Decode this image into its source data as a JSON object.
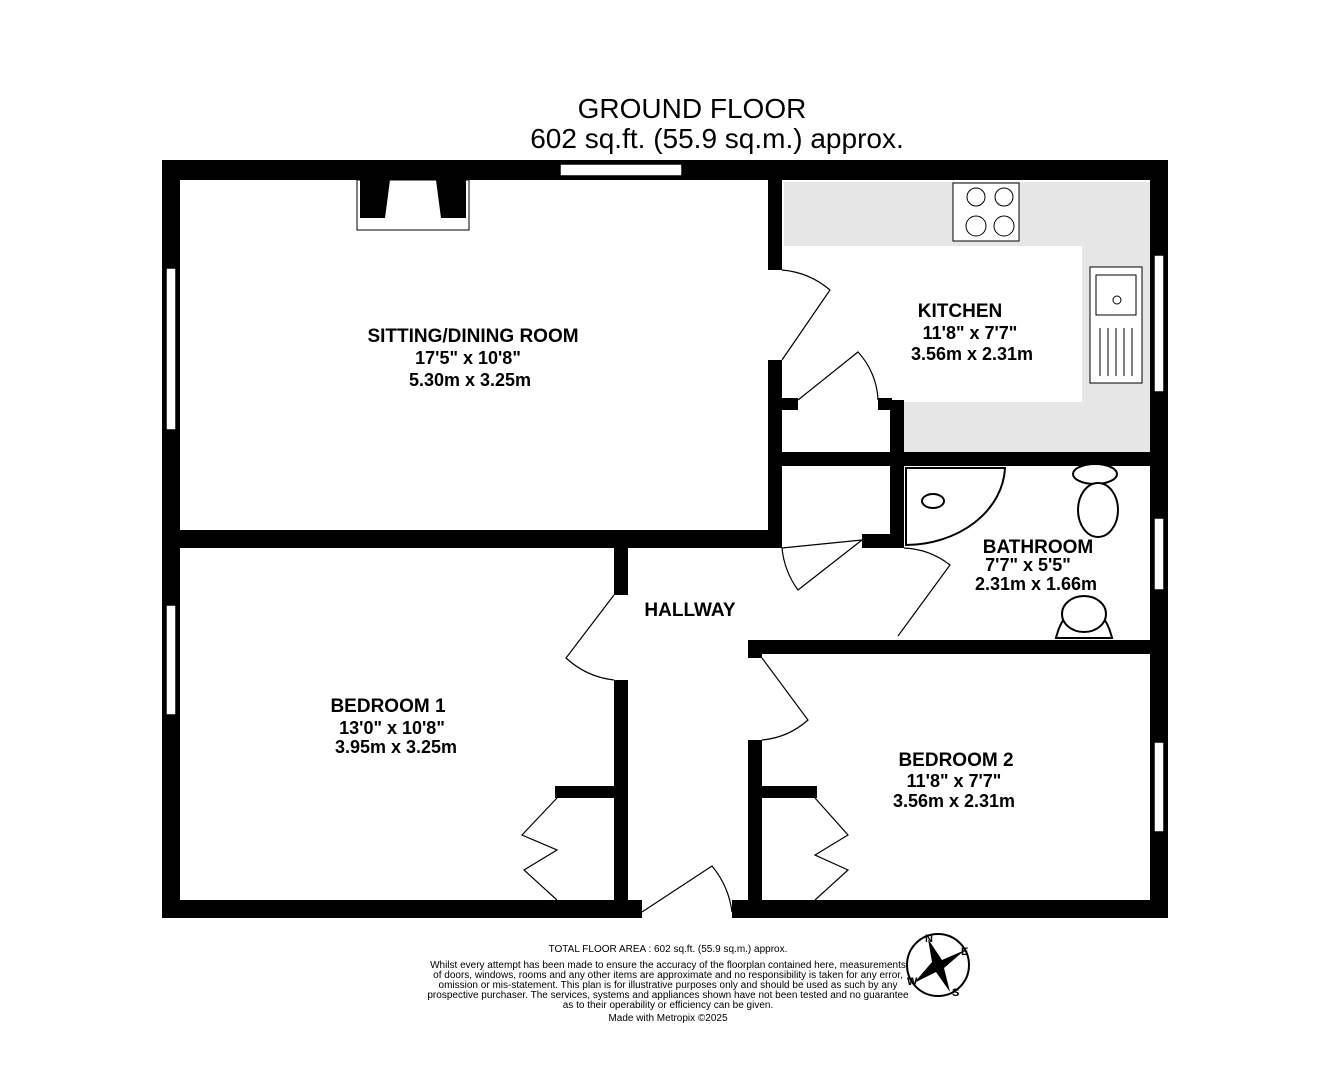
{
  "header": {
    "title": "GROUND FLOOR",
    "area": "602 sq.ft. (55.9 sq.m.) approx."
  },
  "rooms": [
    {
      "name": "SITTING/DINING ROOM",
      "imperial": "17'5\"  x 10'8\"",
      "metric": "5.30m  x 3.25m"
    },
    {
      "name": "KITCHEN",
      "imperial": "11'8\"  x 7'7\"",
      "metric": "3.56m  x 2.31m"
    },
    {
      "name": "BATHROOM",
      "imperial": "7'7\"  x 5'5\"",
      "metric": "2.31m  x 1.66m"
    },
    {
      "name": "HALLWAY"
    },
    {
      "name": "BEDROOM 1",
      "imperial": "13'0\"  x 10'8\"",
      "metric": "3.95m  x 3.25m"
    },
    {
      "name": "BEDROOM 2",
      "imperial": "11'8\"  x 7'7\"",
      "metric": "3.56m  x 2.31m"
    }
  ],
  "footer": {
    "total": "TOTAL FLOOR AREA : 602 sq.ft. (55.9 sq.m.) approx.",
    "disclaimer": [
      "Whilst every attempt has been made to ensure the accuracy of the floorplan contained here, measurements",
      "of doors, windows, rooms and any other items are approximate and no responsibility is taken for any error,",
      "omission or mis-statement. This plan is for illustrative purposes only and should be used as such by any",
      "prospective purchaser. The services, systems and appliances shown have not been tested and no guarantee",
      "as to their operability or efficiency can be given."
    ],
    "credit": "Made with Metropix ©2025"
  },
  "compass": {
    "n": "N",
    "e": "E",
    "s": "S",
    "w": "W"
  },
  "colors": {
    "wall": "#000000",
    "kitchen_floor": "#e6e6e6"
  }
}
